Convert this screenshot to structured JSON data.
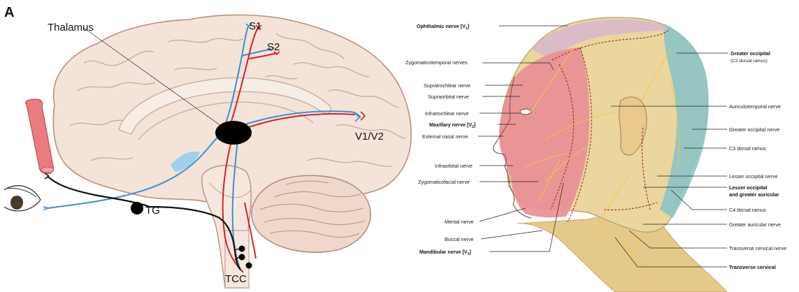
{
  "panel_letter": "A",
  "left": {
    "labels": {
      "thalamus": "Thalamus",
      "s1": "S1",
      "s2": "S2",
      "v1v2": "V1/V2",
      "tg": "TG",
      "tcc": "TCC"
    }
  },
  "right": {
    "labels": {
      "ophthalmic": "Ophthalmic nerve [V",
      "ophthalmic_sub": "1",
      "zygomaticotemporal": "Zygomaticotemporal nerves",
      "supratrochlear": "Supratrochlear nerve",
      "supraorbital": "Supraorbital nerve",
      "infratrochlear": "Infratrochlear nerve",
      "maxillary": "Maxillary nerve [V",
      "maxillary_sub": "2",
      "external_nasal": "External nasal nerve",
      "infraorbital": "Infraorbital nerve",
      "zygomaticofacial": "Zygomaticofacial nerve",
      "mental": "Mental nerve",
      "buccal": "Buccal nerve",
      "mandibular": "Mandibular nerve [V",
      "mandibular_sub": "3",
      "greater_occipital_top": "Greater occipital",
      "greater_occipital_top_sub": "(C2 dorsal ramus)",
      "auriculotemporal": "Auriculotemporal nerve",
      "greater_occipital_nerve": "Greater occipital nerve",
      "c3": "C3 dorsal ramus",
      "lesser_occipital": "Lesser occipital nerve",
      "lesser_and_greater_1": "Lesser occipital",
      "lesser_and_greater_2": "and greater auricular",
      "c4": "C4 dorsal ramus",
      "greater_auricular": "Greater auricular nerve",
      "transverse_cervical_nerve": "Transverse cervical nerve",
      "transverse_cervical": "Transverse cervical"
    }
  },
  "colors": {
    "brain_fill": "#f3e3d8",
    "brain_stroke": "#c9a999",
    "blue_path": "#3b8fd1",
    "red_path": "#d8202a",
    "black_path": "#111111",
    "vessel": "#ec7b7f",
    "face_red": "#e98e93",
    "face_yellow": "#ead69e",
    "occipital_teal": "#8dc3c5",
    "ophthalmic_purple": "#d8b6cf"
  }
}
